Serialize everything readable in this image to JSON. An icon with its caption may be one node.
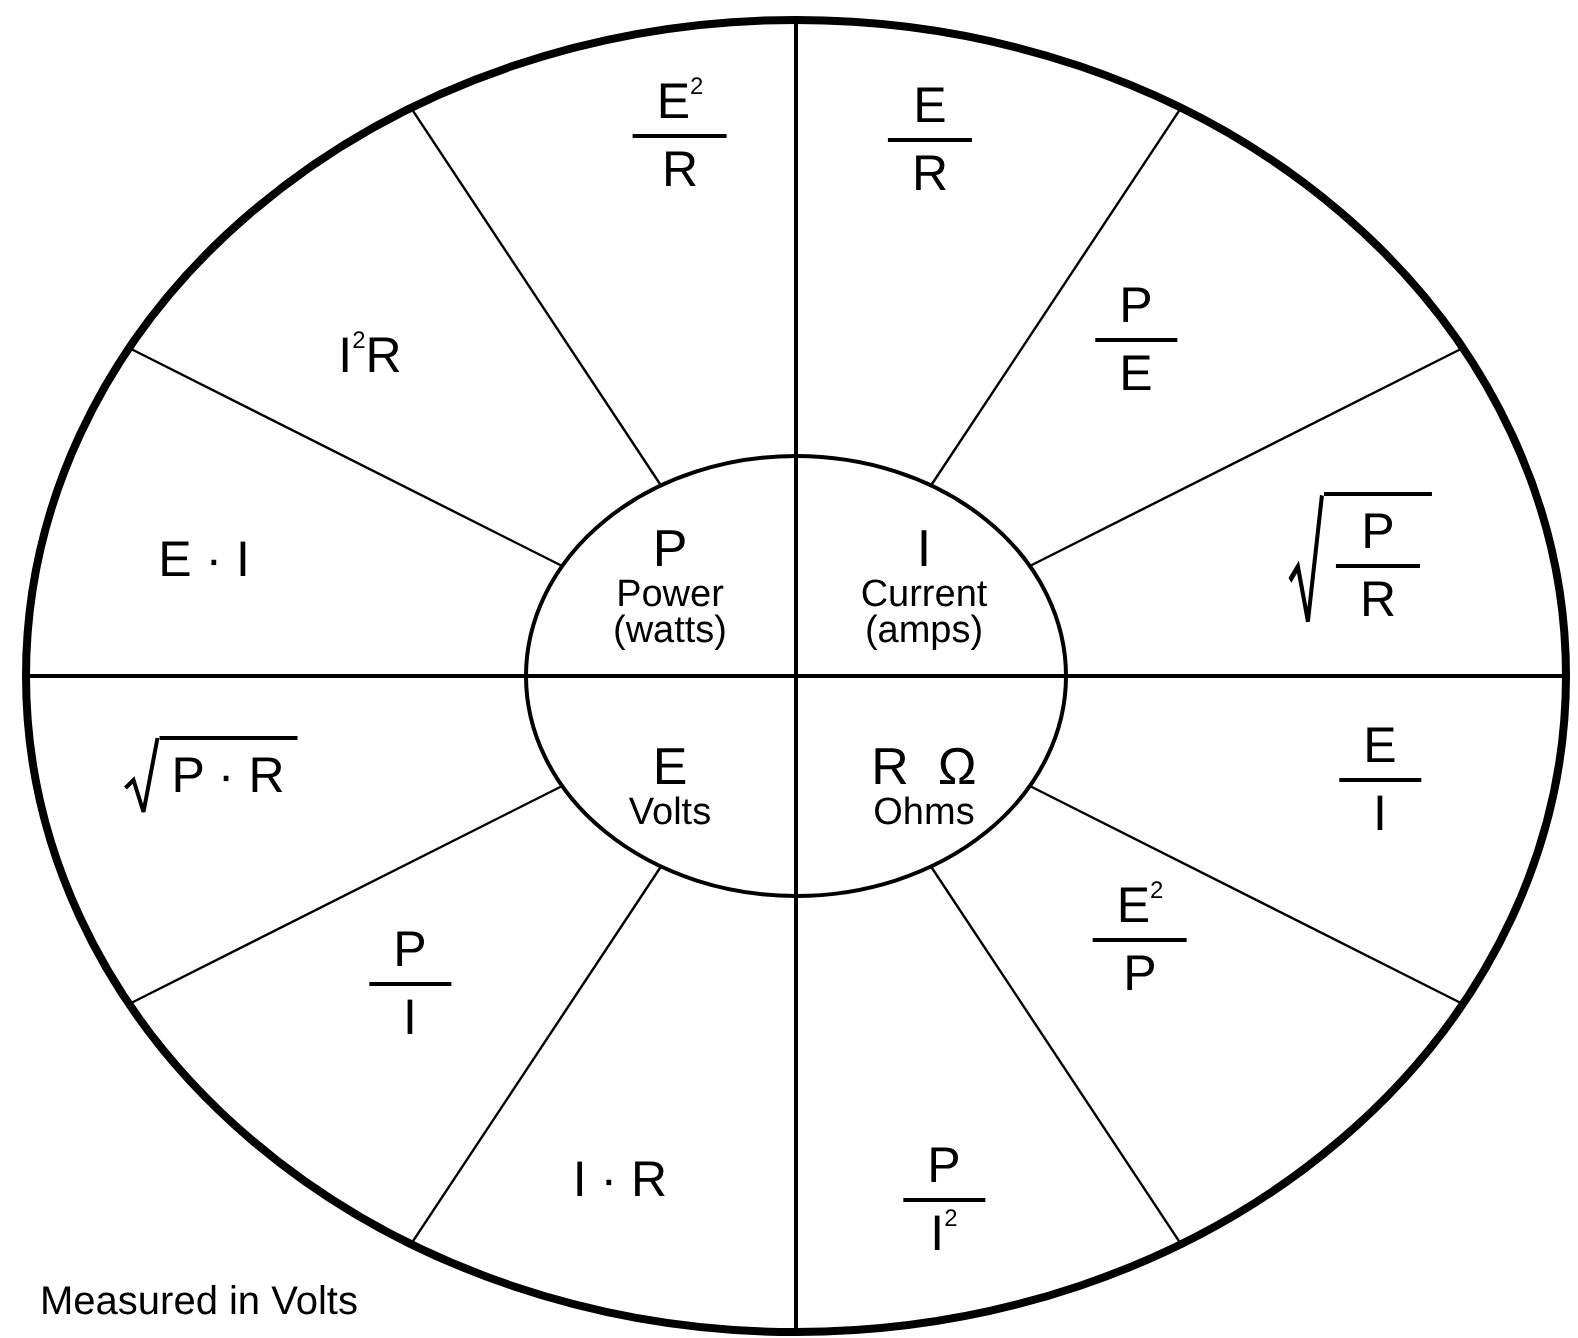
{
  "diagram": {
    "nodes": [
      {
        "text": [
          "P",
          "Power (watts)"
        ]
      },
      {
        "text": [
          "I",
          "Current (amps)"
        ]
      },
      {
        "text": [
          "E",
          "Volts"
        ]
      },
      {
        "text": [
          "R  Ω",
          "Ohms"
        ]
      },
      {
        "text": [
          "E$^{2}$",
          "R"
        ]
      },
      {
        "text": [
          "E",
          "R"
        ]
      },
      {
        "text": [
          "I$^{2}$R"
        ]
      },
      {
        "text": [
          "P",
          "E"
        ]
      },
      {
        "text": [
          "E · I"
        ]
      },
      {
        "text": [
          "P",
          "R"
        ]
      },
      {
        "text": [
          "P · R"
        ]
      },
      {
        "text": [
          "E",
          "I"
        ]
      },
      {
        "text": [
          "P",
          "I"
        ]
      },
      {
        "text": [
          "E$^{2}$",
          "P"
        ]
      },
      {
        "text": [
          "I · R"
        ]
      },
      {
        "text": [
          "P",
          "I$^{2}$"
        ]
      }
    ],
    "labels": [
      "Measured in Volts"
    ]
  }
}
